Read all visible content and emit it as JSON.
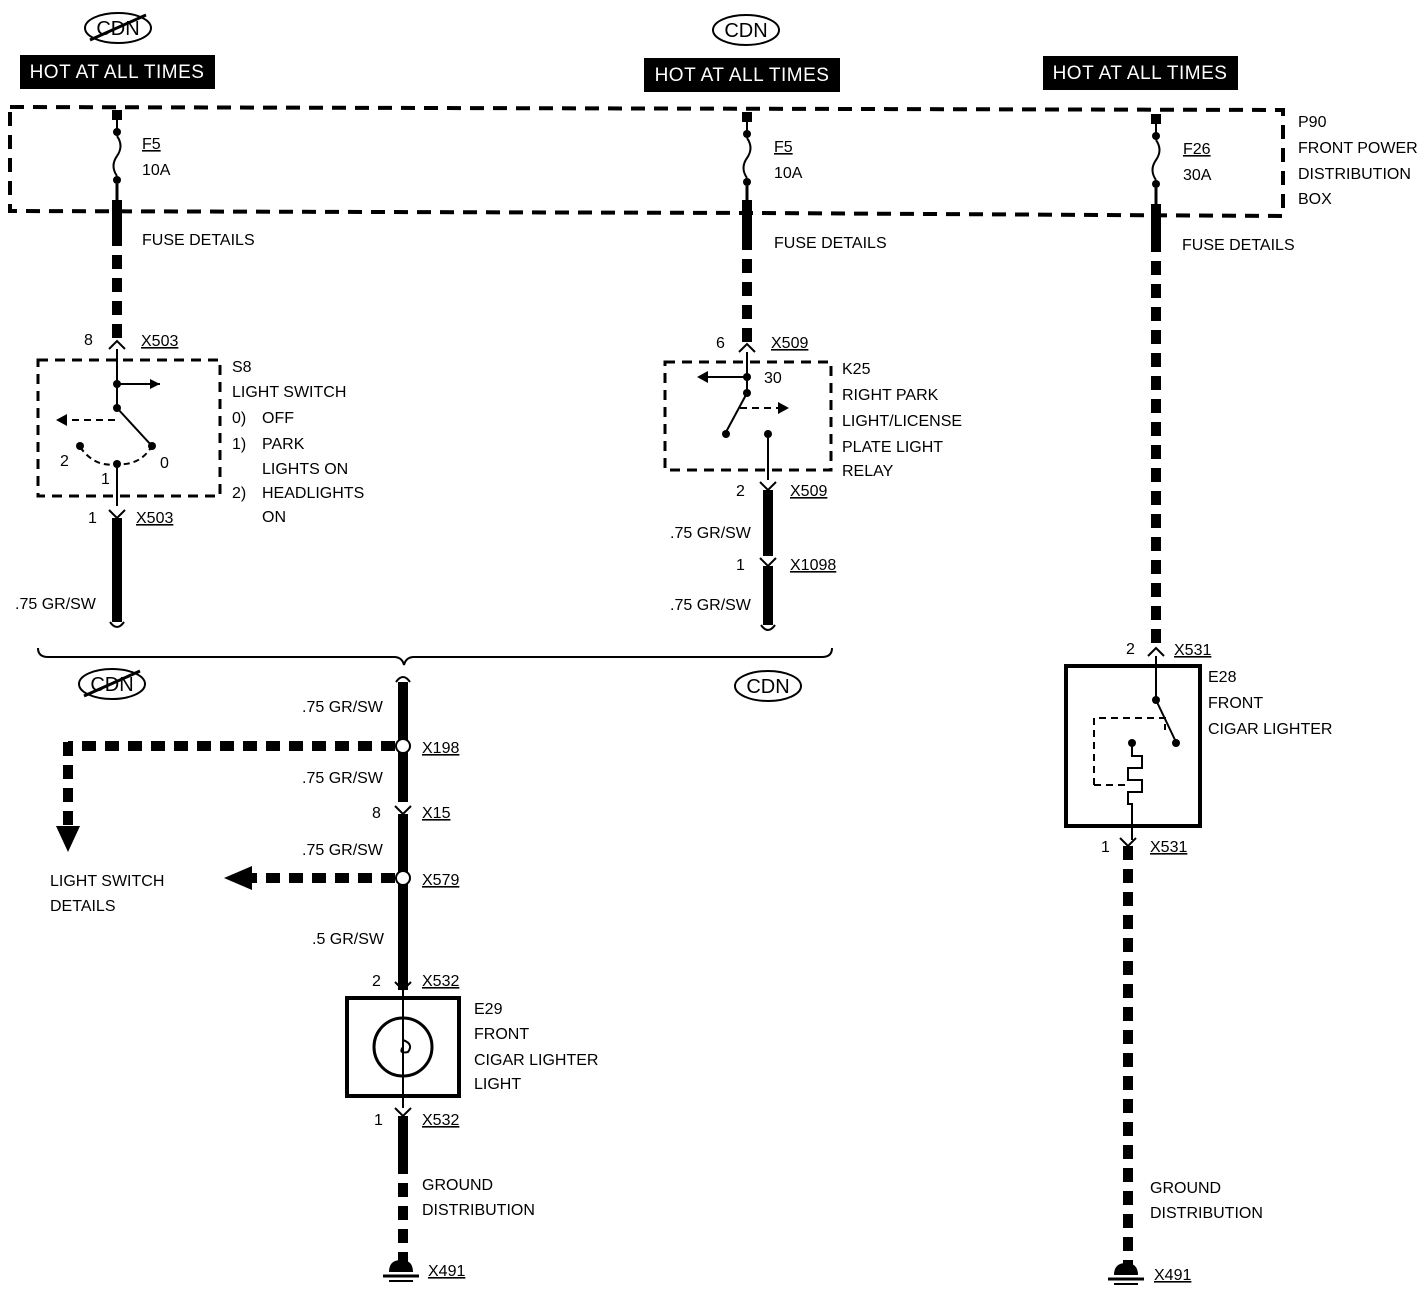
{
  "badges": {
    "left": "HOT AT ALL TIMES",
    "middle": "HOT AT ALL TIMES",
    "right": "HOT AT ALL TIMES"
  },
  "cdn": {
    "top_left": "CDN",
    "top_middle": "CDN",
    "bottom_left": "CDN",
    "bottom_right": "CDN"
  },
  "power_box": {
    "line1": "P90",
    "line2": "FRONT POWER",
    "line3": "DISTRIBUTION",
    "line4": "BOX"
  },
  "fuses": {
    "left": {
      "name": "F5",
      "rating": "10A",
      "details": "FUSE DETAILS"
    },
    "middle": {
      "name": "F5",
      "rating": "10A",
      "details": "FUSE DETAILS"
    },
    "right": {
      "name": "F26",
      "rating": "30A",
      "details": "FUSE DETAILS"
    }
  },
  "light_switch": {
    "top_pin": "8",
    "top_connector": "X503",
    "id": "S8",
    "name": "LIGHT SWITCH",
    "opt0_num": "0)",
    "opt0_text": "OFF",
    "opt1_num": "1)",
    "opt1_text_a": "PARK",
    "opt1_text_b": "LIGHTS ON",
    "opt2_num": "2)",
    "opt2_text_a": "HEADLIGHTS",
    "opt2_text_b": "ON",
    "pos2": "2",
    "pos0": "0",
    "pos1": "1",
    "bottom_pin": "1",
    "bottom_connector": "X503",
    "wire": ".75 GR/SW"
  },
  "relay": {
    "top_pin": "6",
    "top_connector": "X509",
    "terminal": "30",
    "id": "K25",
    "line1": "RIGHT PARK",
    "line2": "LIGHT/LICENSE",
    "line3": "PLATE LIGHT",
    "line4": "RELAY",
    "bottom_pin": "2",
    "bottom_connector": "X509",
    "wire1": ".75 GR/SW",
    "mid_pin": "1",
    "mid_connector": "X1098",
    "wire2": ".75 GR/SW"
  },
  "center": {
    "wire1": ".75 GR/SW",
    "splice1": "X198",
    "wire2": ".75 GR/SW",
    "pin_x15": "8",
    "conn_x15": "X15",
    "wire3": ".75 GR/SW",
    "splice2": "X579",
    "details_line1": "LIGHT SWITCH",
    "details_line2": "DETAILS",
    "wire4": ".5 GR/SW",
    "top_pin": "2",
    "top_connector": "X532",
    "lamp_id": "E29",
    "lamp_line1": "FRONT",
    "lamp_line2": "CIGAR LIGHTER",
    "lamp_line3": "LIGHT",
    "bottom_pin": "1",
    "bottom_connector": "X532",
    "ground_line1": "GROUND",
    "ground_line2": "DISTRIBUTION",
    "ground_id": "X491"
  },
  "lighter": {
    "top_pin": "2",
    "top_connector": "X531",
    "id": "E28",
    "line1": "FRONT",
    "line2": "CIGAR LIGHTER",
    "bottom_pin": "1",
    "bottom_connector": "X531",
    "ground_line1": "GROUND",
    "ground_line2": "DISTRIBUTION",
    "ground_id": "X491"
  }
}
